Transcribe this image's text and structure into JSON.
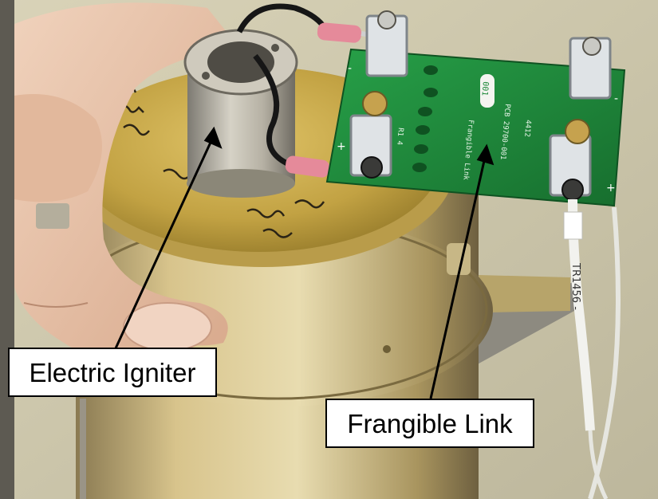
{
  "labels": {
    "electric_igniter": "Electric Igniter",
    "frangible_link": "Frangible Link"
  },
  "pcb_text": {
    "board_name": "Frangible Link",
    "part_number": "PCB 29700-001",
    "serial": "001",
    "resistor_label": "R1 4",
    "lot": "4412",
    "plus": "+",
    "minus": "-"
  },
  "wire_label": "TR1456 -",
  "colors": {
    "background_wall": "#cfc9ad",
    "pcb_green": "#1f8a3a",
    "brass": "#c9b070",
    "gold_lid": "#c2a243",
    "skin": "#e8c3a8",
    "arrow": "#000000"
  }
}
